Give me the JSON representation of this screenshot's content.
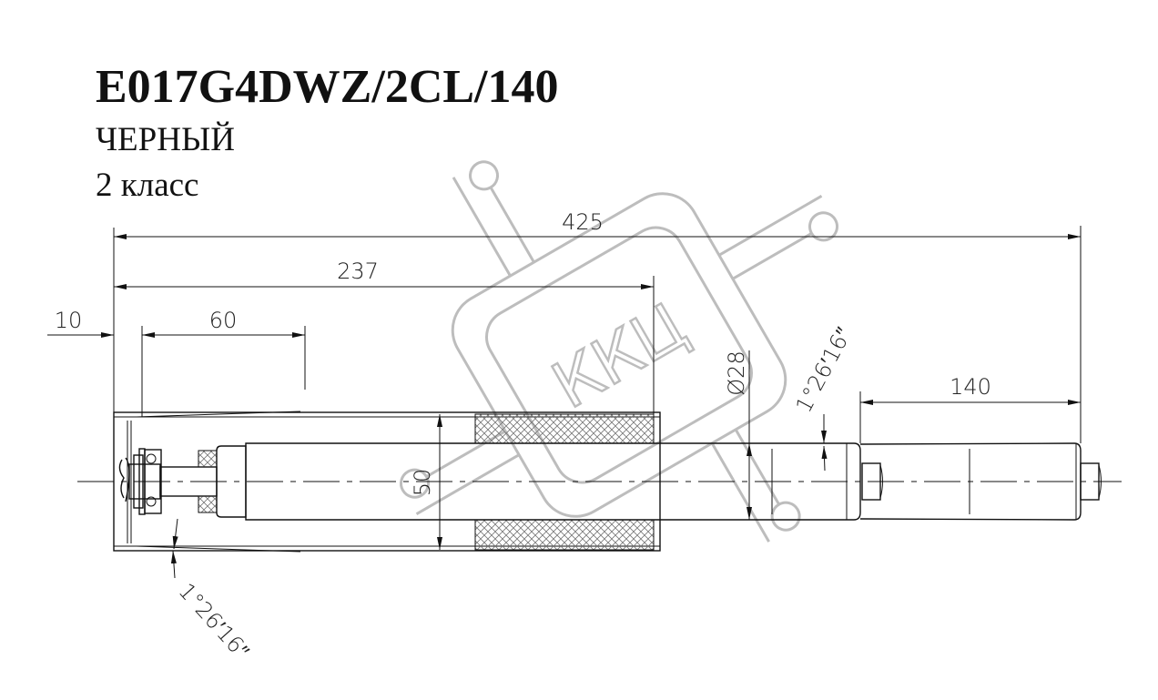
{
  "header": {
    "part_number": "E017G4DWZ/2CL/140",
    "color": "ЧЕРНЫЙ",
    "class": "2 класс"
  },
  "dimensions": {
    "overall_length": "425",
    "housing_length": "237",
    "offset_60": "60",
    "offset_10": "10",
    "stroke": "140",
    "tube_diameter": "Ø28",
    "housing_height": "50",
    "taper_angle_bottom": "1°26′16″",
    "taper_angle_top": "1°26′16″"
  },
  "watermark": {
    "text": "ККЦ"
  },
  "colors": {
    "line": "#111111",
    "watermark": "#bdbdbd",
    "hatch": "#777777"
  }
}
